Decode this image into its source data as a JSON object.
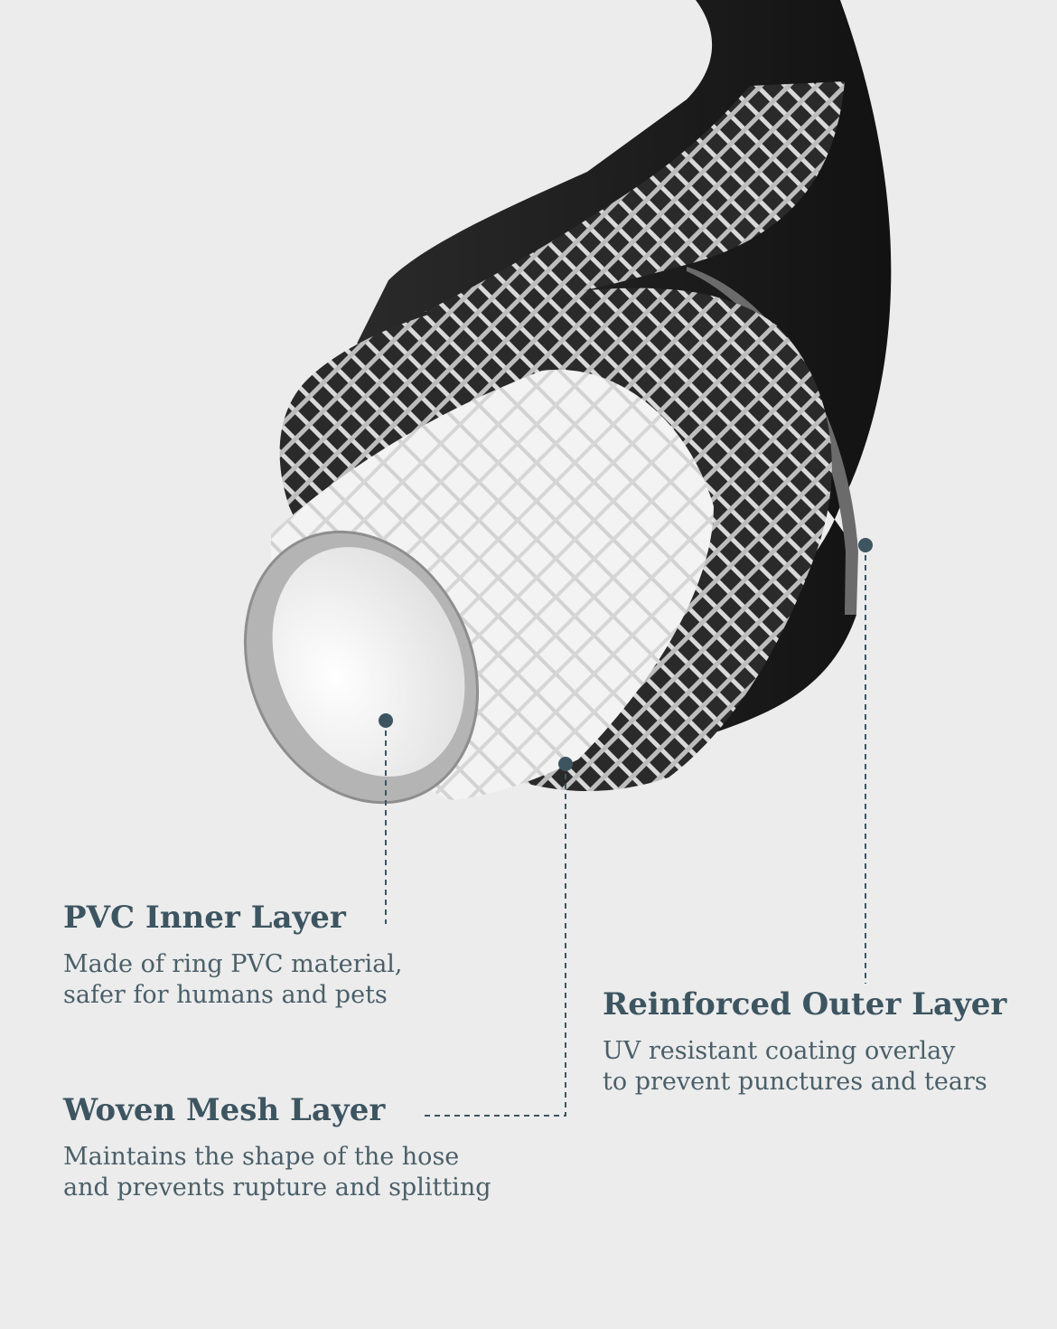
{
  "colors": {
    "background": "#ececec",
    "title_text": "#3d5561",
    "body_text": "#4a5f69",
    "callout_dot": "#3d5561",
    "outer_layer": "#1f1f1f",
    "mesh": "#d8d8d8",
    "inner_tube": "#f4f4f4"
  },
  "labels": {
    "pvc_inner": {
      "title": "PVC Inner Layer",
      "desc_line1": "Made of ring PVC material,",
      "desc_line2": "safer for humans and pets"
    },
    "woven_mesh": {
      "title": "Woven Mesh Layer",
      "desc_line1": "Maintains the shape of the hose",
      "desc_line2": "and prevents rupture and splitting"
    },
    "reinforced_outer": {
      "title": "Reinforced Outer Layer",
      "desc_line1": "UV resistant coating overlay",
      "desc_line2": "to prevent punctures and tears"
    }
  }
}
